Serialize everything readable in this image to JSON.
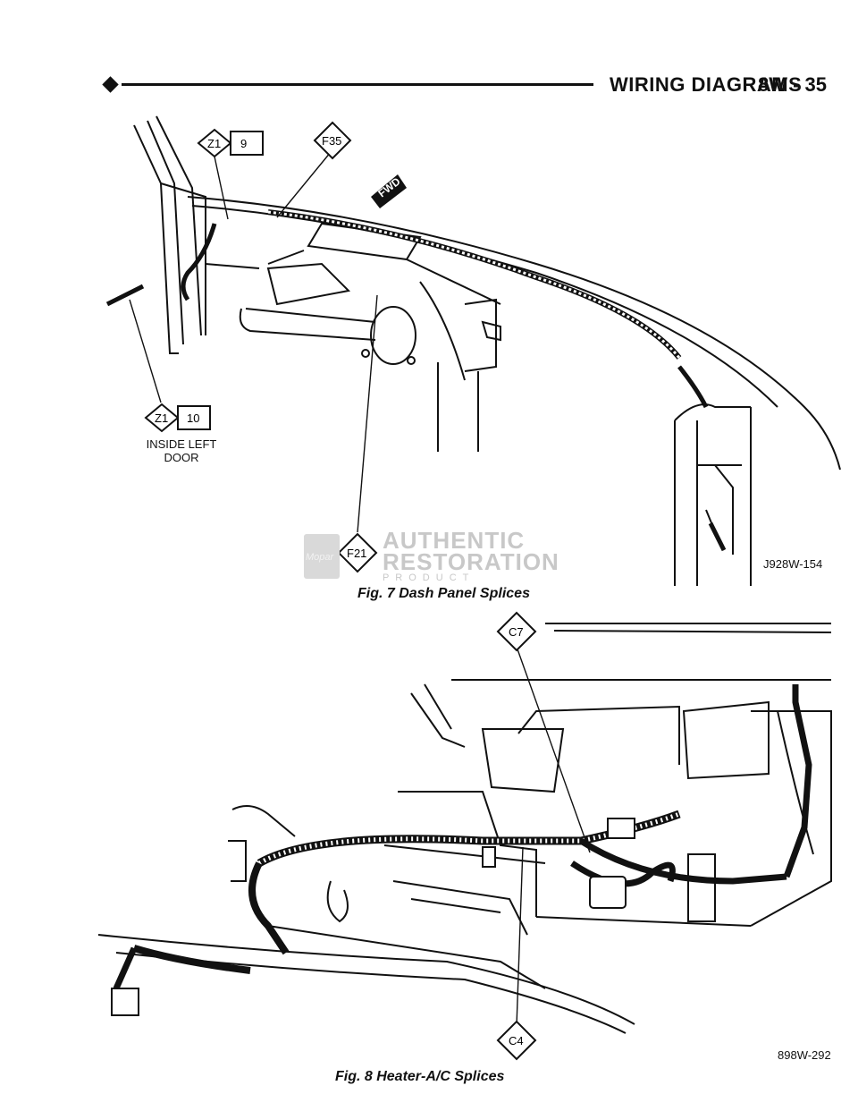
{
  "header": {
    "section_title": "WIRING DIAGRAMS",
    "page_number": "8W - 35"
  },
  "figure7": {
    "caption": "Fig. 7 Dash Panel Splices",
    "drawing_id": "J928W-154",
    "callouts": {
      "z1_9": {
        "connector": "Z1",
        "number": "9"
      },
      "f35": {
        "label": "F35"
      },
      "z1_10": {
        "connector": "Z1",
        "number": "10"
      },
      "f21": {
        "label": "F21"
      }
    },
    "location_note_line1": "INSIDE LEFT",
    "location_note_line2": "DOOR",
    "fwd_label": "FWD",
    "watermark_line1": "AUTHENTIC",
    "watermark_line2": "RESTORATION",
    "watermark_line3": "P R O D U C T",
    "watermark_logo": "Mopar"
  },
  "figure8": {
    "caption": "Fig. 8 Heater-A/C Splices",
    "drawing_id": "898W-292",
    "callouts": {
      "c7": {
        "label": "C7"
      },
      "c4": {
        "label": "C4"
      }
    }
  },
  "colors": {
    "ink": "#111111",
    "watermark": "#c8c8c8"
  }
}
